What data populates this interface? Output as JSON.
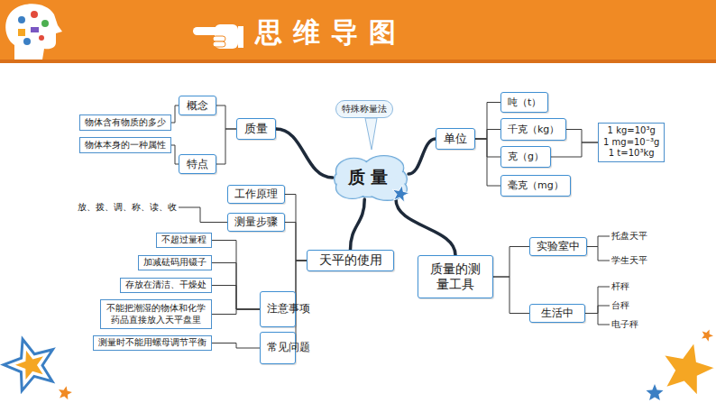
{
  "diagram": {
    "title": "思维导图",
    "nodes": [
      {
        "text": [
          "质量"
        ]
      },
      {
        "text": [
          "特殊称量法"
        ]
      },
      {
        "text": [
          "质量"
        ]
      },
      {
        "text": [
          "概念"
        ]
      },
      {
        "text": [
          "物体含有物质的多少"
        ]
      },
      {
        "text": [
          "特点"
        ]
      },
      {
        "text": [
          "物体本身的一种属性"
        ]
      },
      {
        "text": [
          "单位"
        ]
      },
      {
        "text": [
          "吨（t）"
        ]
      },
      {
        "text": [
          "千克（kg）"
        ]
      },
      {
        "text": [
          "克（g）"
        ]
      },
      {
        "text": [
          "毫克（mg）"
        ]
      },
      {
        "text": [
          "1 kg=10³g",
          "1 mg=10⁻³g",
          "1 t=10³kg"
        ]
      },
      {
        "text": [
          "天平的使用"
        ]
      },
      {
        "text": [
          "工作原理"
        ]
      },
      {
        "text": [
          "测量步骤"
        ]
      },
      {
        "text": [
          "放、拨、调、称、读、收"
        ]
      },
      {
        "text": [
          "注意事项"
        ]
      },
      {
        "text": [
          "不超过量程"
        ]
      },
      {
        "text": [
          "加减砝码用镊子"
        ]
      },
      {
        "text": [
          "存放在清洁、干燥处"
        ]
      },
      {
        "text": [
          "不能把潮湿的物体和化学药品直接放入天平盘里"
        ]
      },
      {
        "text": [
          "常见问题"
        ]
      },
      {
        "text": [
          "测量时不能用螺母调节平衡"
        ]
      },
      {
        "text": [
          "质量的测量工具"
        ]
      },
      {
        "text": [
          "实验室中"
        ]
      },
      {
        "text": [
          "托盘天平"
        ]
      },
      {
        "text": [
          "学生天平"
        ]
      },
      {
        "text": [
          "生活中"
        ]
      },
      {
        "text": [
          "杆秤"
        ]
      },
      {
        "text": [
          "台秤"
        ]
      },
      {
        "text": [
          "电子秤"
        ]
      }
    ],
    "edges": [
      {
        "from": 0,
        "to": 2,
        "arrow": "none"
      },
      {
        "from": 0,
        "to": 7,
        "arrow": "none"
      },
      {
        "from": 0,
        "to": 13,
        "arrow": "none"
      },
      {
        "from": 0,
        "to": 24,
        "arrow": "none"
      },
      {
        "from": 2,
        "to": 3,
        "arrow": "none"
      },
      {
        "from": 2,
        "to": 5,
        "arrow": "none"
      },
      {
        "from": 3,
        "to": 4,
        "arrow": "none"
      },
      {
        "from": 5,
        "to": 6,
        "arrow": "none"
      },
      {
        "from": 7,
        "to": 8,
        "arrow": "none"
      },
      {
        "from": 7,
        "to": 9,
        "arrow": "none"
      },
      {
        "from": 7,
        "to": 10,
        "arrow": "none"
      },
      {
        "from": 7,
        "to": 11,
        "arrow": "none"
      },
      {
        "from": 9,
        "to": 12,
        "arrow": "none"
      },
      {
        "from": 10,
        "to": 12,
        "arrow": "none"
      },
      {
        "from": 13,
        "to": 14,
        "arrow": "none"
      },
      {
        "from": 13,
        "to": 15,
        "arrow": "none"
      },
      {
        "from": 13,
        "to": 17,
        "arrow": "none"
      },
      {
        "from": 13,
        "to": 22,
        "arrow": "none"
      },
      {
        "from": 15,
        "to": 16,
        "arrow": "none"
      },
      {
        "from": 17,
        "to": 18,
        "arrow": "none"
      },
      {
        "from": 17,
        "to": 19,
        "arrow": "none"
      },
      {
        "from": 17,
        "to": 20,
        "arrow": "none"
      },
      {
        "from": 17,
        "to": 21,
        "arrow": "none"
      },
      {
        "from": 22,
        "to": 23,
        "arrow": "none"
      },
      {
        "from": 24,
        "to": 25,
        "arrow": "none"
      },
      {
        "from": 24,
        "to": 28,
        "arrow": "none"
      },
      {
        "from": 25,
        "to": 26,
        "arrow": "none"
      },
      {
        "from": 25,
        "to": 27,
        "arrow": "none"
      },
      {
        "from": 28,
        "to": 29,
        "arrow": "none"
      },
      {
        "from": 28,
        "to": 30,
        "arrow": "none"
      },
      {
        "from": 28,
        "to": 31,
        "arrow": "none"
      }
    ]
  }
}
